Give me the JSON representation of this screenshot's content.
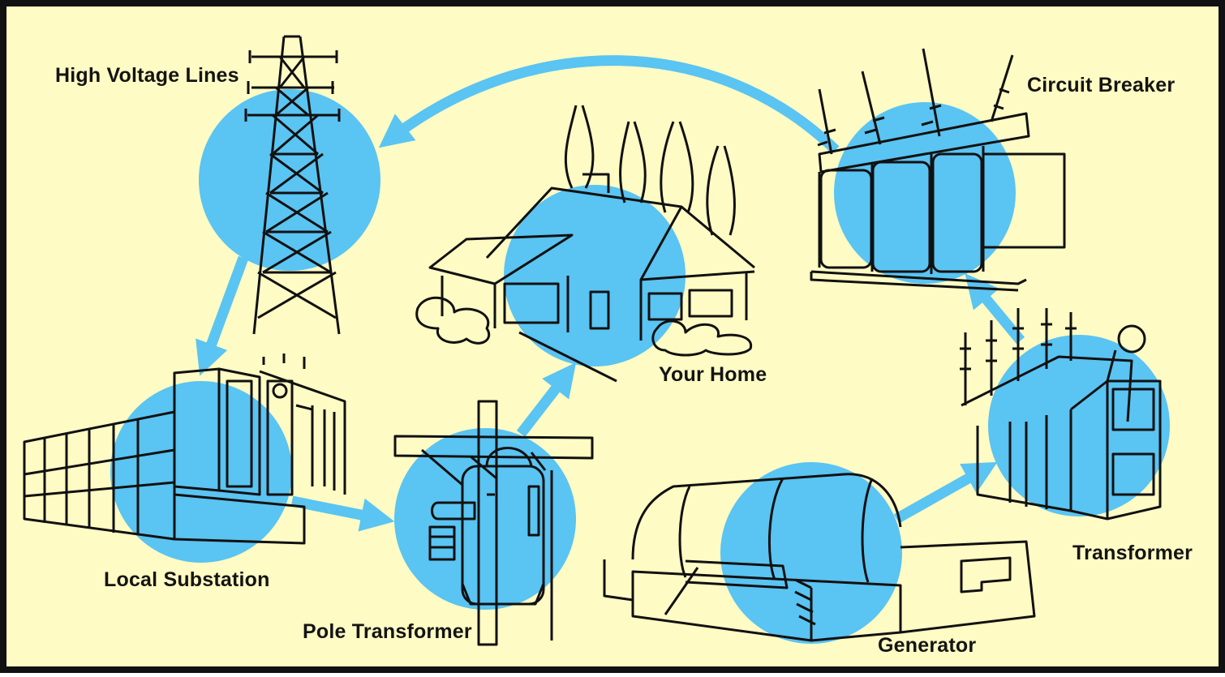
{
  "colors": {
    "background": "#FFFBC4",
    "highlight": "#5AC4F2",
    "arrow": "#5AC4F2",
    "line": "#111111",
    "frame": "#111111"
  },
  "labels": {
    "high_voltage_lines": "High Voltage Lines",
    "circuit_breaker": "Circuit Breaker",
    "your_home": "Your Home",
    "local_substation": "Local Substation",
    "pole_transformer": "Pole Transformer",
    "transformer": "Transformer",
    "generator": "Generator"
  },
  "flow": [
    "Generator",
    "Transformer",
    "Circuit Breaker",
    "High Voltage Lines",
    "Local Substation",
    "Pole Transformer",
    "Your Home"
  ]
}
